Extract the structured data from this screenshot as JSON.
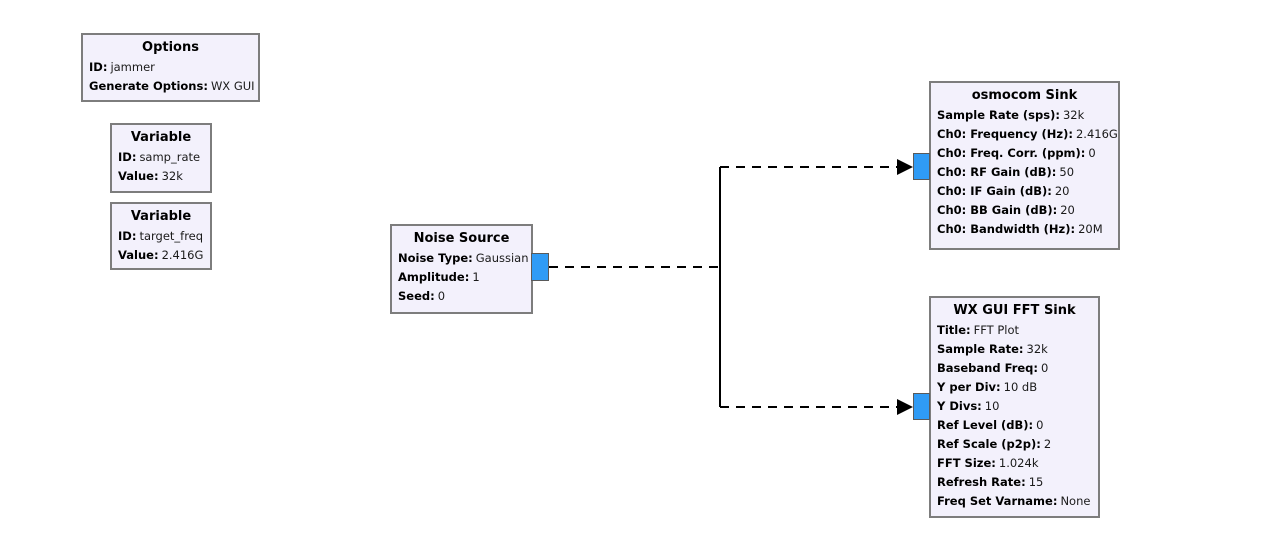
{
  "app": {
    "name": "flowgraph-editor",
    "colors": {
      "canvas_bg": "#ffffff",
      "block_fill": "#f3f1fc",
      "block_border": "#7d7d7d",
      "port_fill": "#2f9bf5",
      "wire": "#000000"
    }
  },
  "blocks": [
    {
      "id": "options",
      "title": "Options",
      "params": [
        {
          "name": "ID:",
          "value": "jammer"
        },
        {
          "name": "Generate Options:",
          "value": "WX GUI"
        }
      ]
    },
    {
      "id": "variable_samp_rate",
      "title": "Variable",
      "params": [
        {
          "name": "ID:",
          "value": "samp_rate"
        },
        {
          "name": "Value:",
          "value": "32k"
        }
      ]
    },
    {
      "id": "variable_target_freq",
      "title": "Variable",
      "params": [
        {
          "name": "ID:",
          "value": "target_freq"
        },
        {
          "name": "Value:",
          "value": "2.416G"
        }
      ]
    },
    {
      "id": "noise_source",
      "title": "Noise Source",
      "params": [
        {
          "name": "Noise Type:",
          "value": "Gaussian"
        },
        {
          "name": "Amplitude:",
          "value": "1"
        },
        {
          "name": "Seed:",
          "value": "0"
        }
      ]
    },
    {
      "id": "osmocom_sink",
      "title": "osmocom Sink",
      "params": [
        {
          "name": "Sample Rate (sps):",
          "value": "32k"
        },
        {
          "name": "Ch0: Frequency (Hz):",
          "value": "2.416G"
        },
        {
          "name": "Ch0: Freq. Corr. (ppm):",
          "value": "0"
        },
        {
          "name": "Ch0: RF Gain (dB):",
          "value": "50"
        },
        {
          "name": "Ch0: IF Gain (dB):",
          "value": "20"
        },
        {
          "name": "Ch0: BB Gain (dB):",
          "value": "20"
        },
        {
          "name": "Ch0: Bandwidth (Hz):",
          "value": "20M"
        }
      ]
    },
    {
      "id": "wx_gui_fft_sink",
      "title": "WX GUI FFT Sink",
      "params": [
        {
          "name": "Title:",
          "value": "FFT Plot"
        },
        {
          "name": "Sample Rate:",
          "value": "32k"
        },
        {
          "name": "Baseband Freq:",
          "value": "0"
        },
        {
          "name": "Y per Div:",
          "value": "10 dB"
        },
        {
          "name": "Y Divs:",
          "value": "10"
        },
        {
          "name": "Ref Level (dB):",
          "value": "0"
        },
        {
          "name": "Ref Scale (p2p):",
          "value": "2"
        },
        {
          "name": "FFT Size:",
          "value": "1.024k"
        },
        {
          "name": "Refresh Rate:",
          "value": "15"
        },
        {
          "name": "Freq Set Varname:",
          "value": "None"
        }
      ]
    }
  ],
  "connections": [
    {
      "from": "noise_source",
      "to": "osmocom_sink"
    },
    {
      "from": "noise_source",
      "to": "wx_gui_fft_sink"
    }
  ]
}
